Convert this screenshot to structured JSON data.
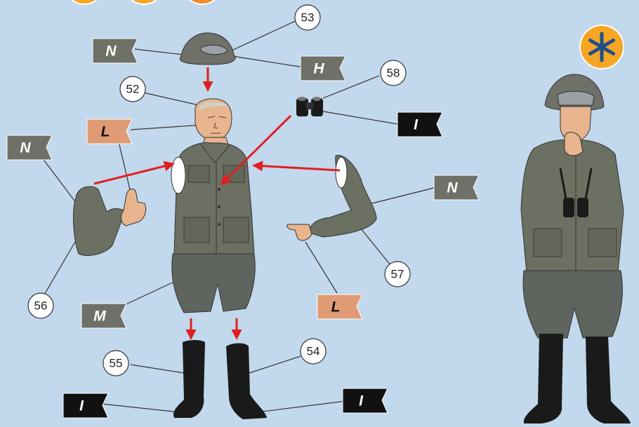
{
  "part_numbers": {
    "p52": "52",
    "p53": "53",
    "p54": "54",
    "p55": "55",
    "p56": "56",
    "p57": "57",
    "p58": "58"
  },
  "paint_flags": {
    "helmet_rim": {
      "letter": "N",
      "color": "#6f7169"
    },
    "goggles": {
      "letter": "H",
      "color": "#6f7169"
    },
    "face": {
      "letter": "L",
      "color": "#e09a74"
    },
    "binoculars": {
      "letter": "I",
      "color": "#111111"
    },
    "left_sleeve": {
      "letter": "N",
      "color": "#6f7169"
    },
    "right_sleeve": {
      "letter": "N",
      "color": "#6f7169"
    },
    "pointing_hand": {
      "letter": "L",
      "color": "#e09a74"
    },
    "trousers": {
      "letter": "M",
      "color": "#6f7169"
    },
    "left_boot": {
      "letter": "I",
      "color": "#111111"
    },
    "right_boot": {
      "letter": "I",
      "color": "#111111"
    }
  },
  "colors": {
    "background": "#c2d8ec",
    "uniform": "#6b7062",
    "trousers": "#5f645e",
    "skin": "#e8b58e",
    "boots": "#1a1a1a",
    "arrows": "#e01f1f",
    "badge": "#f6a524"
  },
  "icons": {
    "finished_badge": "asterisk-icon"
  }
}
